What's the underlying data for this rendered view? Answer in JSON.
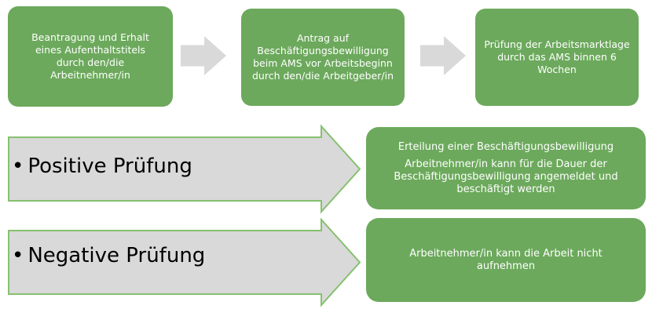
{
  "diagram": {
    "background": "#FFFFFF",
    "colors": {
      "box_fill_green": "#6CA95C",
      "box_text_white": "#FFFFFF",
      "connector_fill_gray": "#D9D9D9",
      "outcome_arrow_fill_gray": "#D9D9D9",
      "outcome_arrow_border_green": "#86C16F",
      "outcome_label_black": "#000000"
    },
    "top_flow": {
      "steps": [
        {
          "text": "Beantragung und Erhalt eines Aufenthaltstitels durch den/die Arbeitnehmer/in"
        },
        {
          "text": "Antrag auf Beschäftigungsbewilligung beim AMS vor Arbeitsbeginn durch den/die Arbeitgeber/in"
        },
        {
          "text": "Prüfung der Arbeitsmarktlage durch das AMS binnen 6 Wochen"
        }
      ]
    },
    "outcomes": [
      {
        "bullet": "•",
        "label": "Positive Prüfung",
        "results": [
          "Erteilung einer Beschäftigungsbewilligung",
          "Arbeitnehmer/in kann für die Dauer der Beschäftigungsbewilligung angemeldet und beschäftigt werden"
        ]
      },
      {
        "bullet": "•",
        "label": "Negative Prüfung",
        "results": [
          "Arbeitnehmer/in kann die Arbeit nicht aufnehmen"
        ]
      }
    ]
  }
}
